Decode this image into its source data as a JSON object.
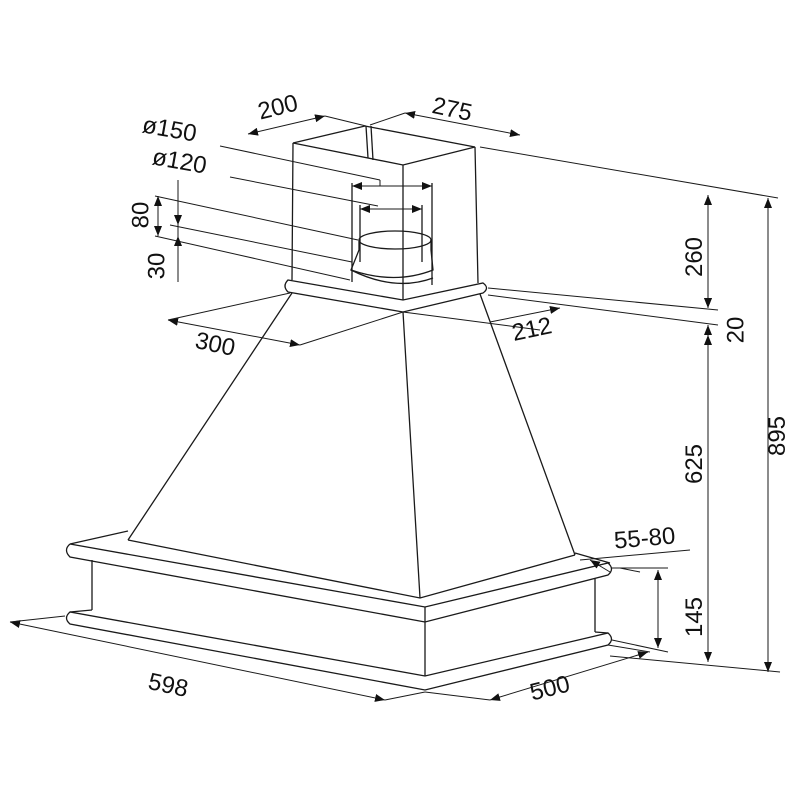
{
  "title": "Range hood dimensions drawing",
  "dimensions": {
    "chimney_width": "200",
    "chimney_depth": "275",
    "duct_diameter_large": "ø150",
    "duct_diameter_small": "ø120",
    "collar_height_upper": "80",
    "collar_height_lower": "30",
    "chimney_height": "260",
    "ring_height": "20",
    "canopy_height": "625",
    "total_height": "895",
    "canopy_top_width": "300",
    "canopy_top_depth": "212",
    "trim_overhang": "55-80",
    "base_height": "145",
    "width": "598",
    "depth": "500"
  }
}
